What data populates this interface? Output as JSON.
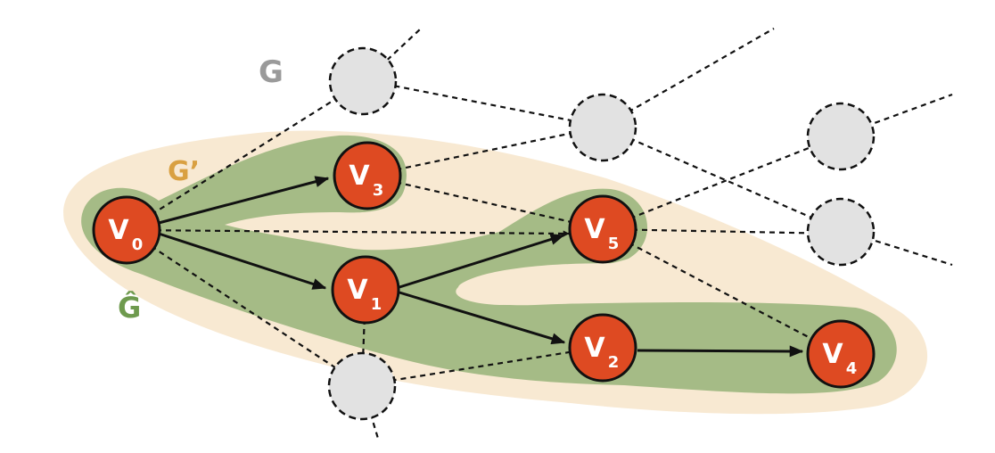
{
  "labels": {
    "g": "G",
    "g_prime": "G’",
    "g_hat": "Ĝ"
  },
  "nodes": [
    {
      "id": "v0",
      "letter": "V",
      "sub": "0"
    },
    {
      "id": "v3",
      "letter": "V",
      "sub": "3"
    },
    {
      "id": "v1",
      "letter": "V",
      "sub": "1"
    },
    {
      "id": "v5",
      "letter": "V",
      "sub": "5"
    },
    {
      "id": "v2",
      "letter": "V",
      "sub": "2"
    },
    {
      "id": "v4",
      "letter": "V",
      "sub": "4"
    }
  ],
  "colors": {
    "g_label": "#9a9a9a",
    "g_prime_label": "#d9a041",
    "g_hat_label": "#6e9a4e",
    "g_prime_region": "#f8e9d2",
    "g_hat_region": "#a5bb86",
    "node_fill": "#de4a22",
    "ghost_fill": "#e2e2e2"
  }
}
